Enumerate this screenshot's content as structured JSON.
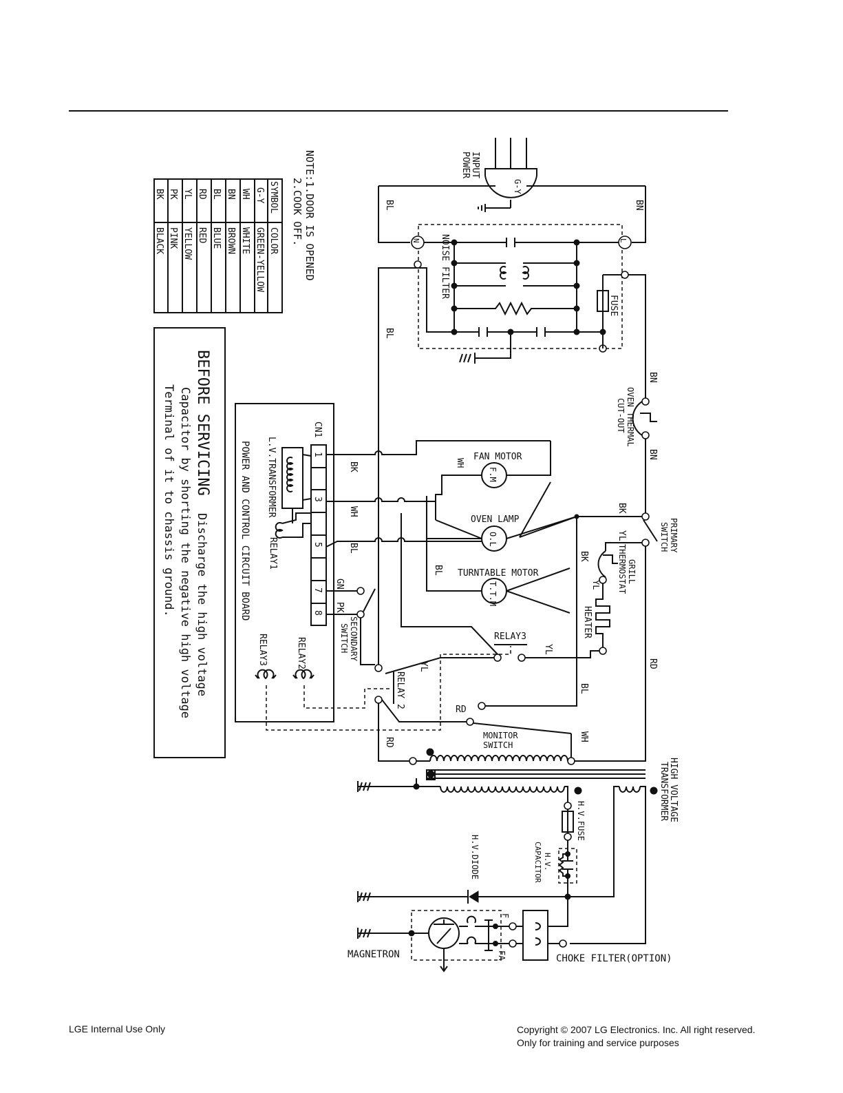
{
  "footer": {
    "left": "LGE Internal Use Only",
    "right_line1": "Copyright © 2007 LG Electronics. Inc. All right reserved.",
    "right_line2": "Only for training and service purposes"
  },
  "notes": {
    "line1": "NOTE:1.DOOR IS OPENED",
    "line2": "2.COOK OFF."
  },
  "color_table": {
    "header_symbol": "SYMBOL",
    "header_color": "COLOR",
    "rows": [
      {
        "symbol": "G-Y",
        "color": "GREEN-YELLOW"
      },
      {
        "symbol": "WH",
        "color": "WHITE"
      },
      {
        "symbol": "BN",
        "color": "BROWN"
      },
      {
        "symbol": "BL",
        "color": "BLUE"
      },
      {
        "symbol": "RD",
        "color": "RED"
      },
      {
        "symbol": "YL",
        "color": "YELLOW"
      },
      {
        "symbol": "PK",
        "color": "PINK"
      },
      {
        "symbol": "BK",
        "color": "BLACK"
      }
    ]
  },
  "warning": {
    "line1a": "BEFORE SERVICING",
    "line1b": "Discharge the high voltage",
    "line2": "Capacitor by shorting the negative high voltage",
    "line3": "Terminal of it to chassis ground."
  },
  "labels": {
    "input_power_1": "INPUT",
    "input_power_2": "POWER",
    "g_y": "G-Y",
    "noise_filter": "NOISE FILTER",
    "fuse": "FUSE",
    "n": "N",
    "l": "L",
    "oven_thermal_1": "OVEN THERMAL",
    "oven_thermal_2": "CUT-OUT",
    "primary_switch_1": "PRIMARY",
    "primary_switch_2": "SWITCH",
    "grill_thermostat_1": "GRILL",
    "grill_thermostat_2": "THERMOSTAT",
    "heater": "HEATER",
    "fan_motor": "FAN MOTOR",
    "fm": "F.M",
    "oven_lamp": "OVEN LAMP",
    "ol": "O.L",
    "turntable_motor": "TURNTABLE MOTOR",
    "ttm": "T.T.M",
    "relay1": "RELAY1",
    "relay2": "RELAY2",
    "relay3": "RELAY3",
    "relay_2": "RELAY 2",
    "relay3_contact": "RELAY3",
    "cn1": "CN1",
    "lv_transformer": "L.V.TRANSFORMER",
    "pcb": "POWER AND CONTROL CIRCUIT BOARD",
    "secondary_switch_1": "SECONDARY",
    "secondary_switch_2": "SWITCH",
    "monitor_switch_1": "MONITOR",
    "monitor_switch_2": "SWITCH",
    "hv_transformer_1": "HIGH VOLTAGE",
    "hv_transformer_2": "TRANSFORMER",
    "hv_fuse": "H.V.FUSE",
    "hv_capacitor_1": "H.V.",
    "hv_capacitor_2": "CAPACITOR",
    "hv_diode": "H.V.DIODE",
    "magnetron": "MAGNETRON",
    "choke_filter": "CHOKE FILTER(OPTION)",
    "f": "F",
    "fa": "FA",
    "pin1": "1",
    "pin3": "3",
    "pin5": "5",
    "pin7": "7",
    "pin8": "8",
    "gn": "GN",
    "pk": "PK",
    "bk": "BK",
    "wh": "WH",
    "bl": "BL",
    "bn": "BN",
    "yl": "YL",
    "rd": "RD"
  }
}
